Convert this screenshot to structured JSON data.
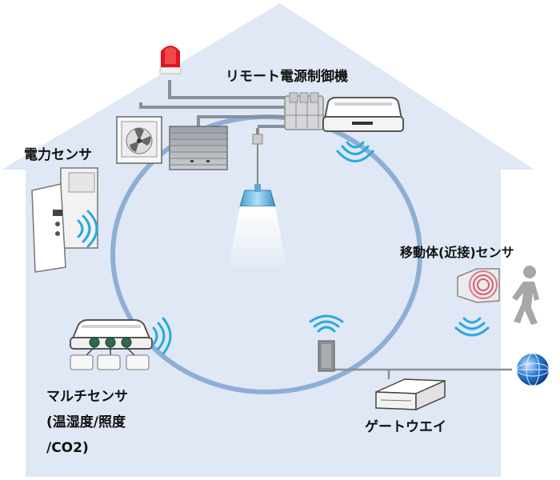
{
  "labels": {
    "remote_power": "リモート電源制御機",
    "power_sensor": "電力センサ",
    "motion_sensor": "移動体(近接)センサ",
    "multi_sensor_line1": "マルチセンサ",
    "multi_sensor_line2": "(温湿度/照度",
    "multi_sensor_line3": "/CO2)",
    "gateway": "ゲートウエイ"
  },
  "colors": {
    "house_fill": "#dfe8f4",
    "network_ring": "#8eaed6",
    "wifi_waves": "#29a9e0",
    "wires": "#8a9099",
    "warning_light": "#e2141d",
    "motion_rings": "#e0566a"
  },
  "icons": {
    "warning_light": "rotating-warning-light-icon",
    "ventilation_fan": "ventilation-fan-icon",
    "shutter": "shutter-icon",
    "pendant_lamp": "pendant-lamp-icon",
    "relay_block": "relay-block-icon",
    "remote_controller": "remote-controller-icon",
    "power_meter": "power-meter-icon",
    "motion_sensor": "motion-sensor-icon",
    "person": "person-icon",
    "multi_sensor": "multi-sensor-icon",
    "gateway_antenna": "gateway-antenna-icon",
    "gateway_box": "gateway-box-icon",
    "globe": "internet-globe-icon",
    "wifi": "wifi-icon"
  }
}
